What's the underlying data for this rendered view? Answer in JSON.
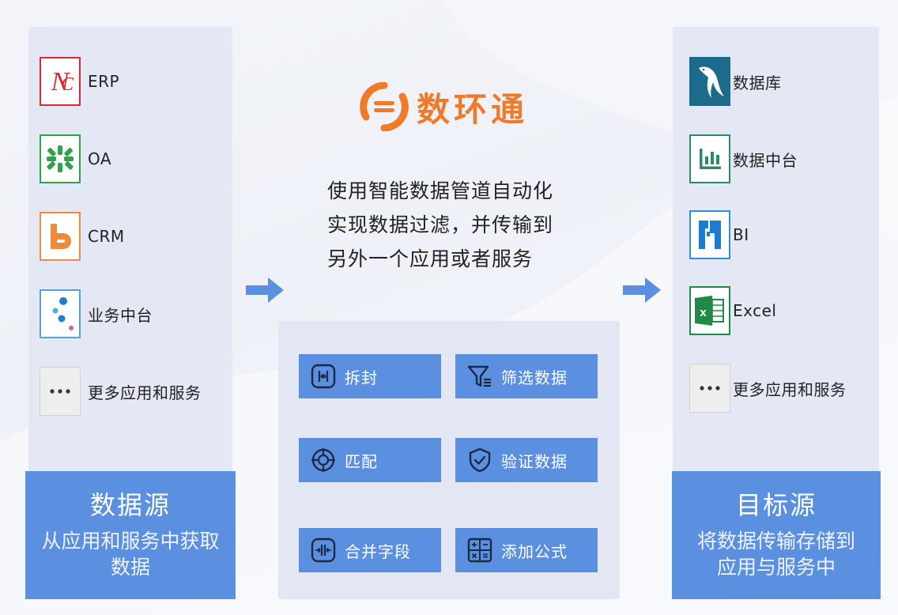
{
  "brand": {
    "name": "数环通"
  },
  "description": {
    "lines": [
      "使用智能数据管道自动化",
      "实现数据过滤，并传输到",
      "另外一个应用或者服务"
    ]
  },
  "source": {
    "items": [
      {
        "label": "ERP",
        "icon": "nc-logo-icon"
      },
      {
        "label": "OA",
        "icon": "oa-logo-icon"
      },
      {
        "label": "CRM",
        "icon": "crm-logo-icon"
      },
      {
        "label": "业务中台",
        "icon": "business-center-icon"
      },
      {
        "label": "更多应用和服务",
        "icon": "more-icon"
      }
    ],
    "footer": {
      "title": "数据源",
      "subtitle": "从应用和服务中获取数据"
    }
  },
  "target": {
    "items": [
      {
        "label": "数据库",
        "icon": "mysql-dolphin-icon"
      },
      {
        "label": "数据中台",
        "icon": "bar-chart-icon"
      },
      {
        "label": "BI",
        "icon": "bi-logo-icon"
      },
      {
        "label": "Excel",
        "icon": "excel-icon"
      },
      {
        "label": "更多应用和服务",
        "icon": "more-icon"
      }
    ],
    "footer": {
      "title": "目标源",
      "subtitle": "将数据传输存储到应用与服务中"
    }
  },
  "functions": [
    {
      "label": "拆封",
      "icon": "unpack-icon"
    },
    {
      "label": "筛选数据",
      "icon": "filter-icon"
    },
    {
      "label": "匹配",
      "icon": "match-icon"
    },
    {
      "label": "验证数据",
      "icon": "shield-check-icon"
    },
    {
      "label": "合并字段",
      "icon": "merge-icon"
    },
    {
      "label": "添加公式",
      "icon": "formula-icon"
    }
  ],
  "colors": {
    "accent": "#5b90e0",
    "brand_orange": "#f07a27",
    "panel": "#e3e8f4"
  }
}
